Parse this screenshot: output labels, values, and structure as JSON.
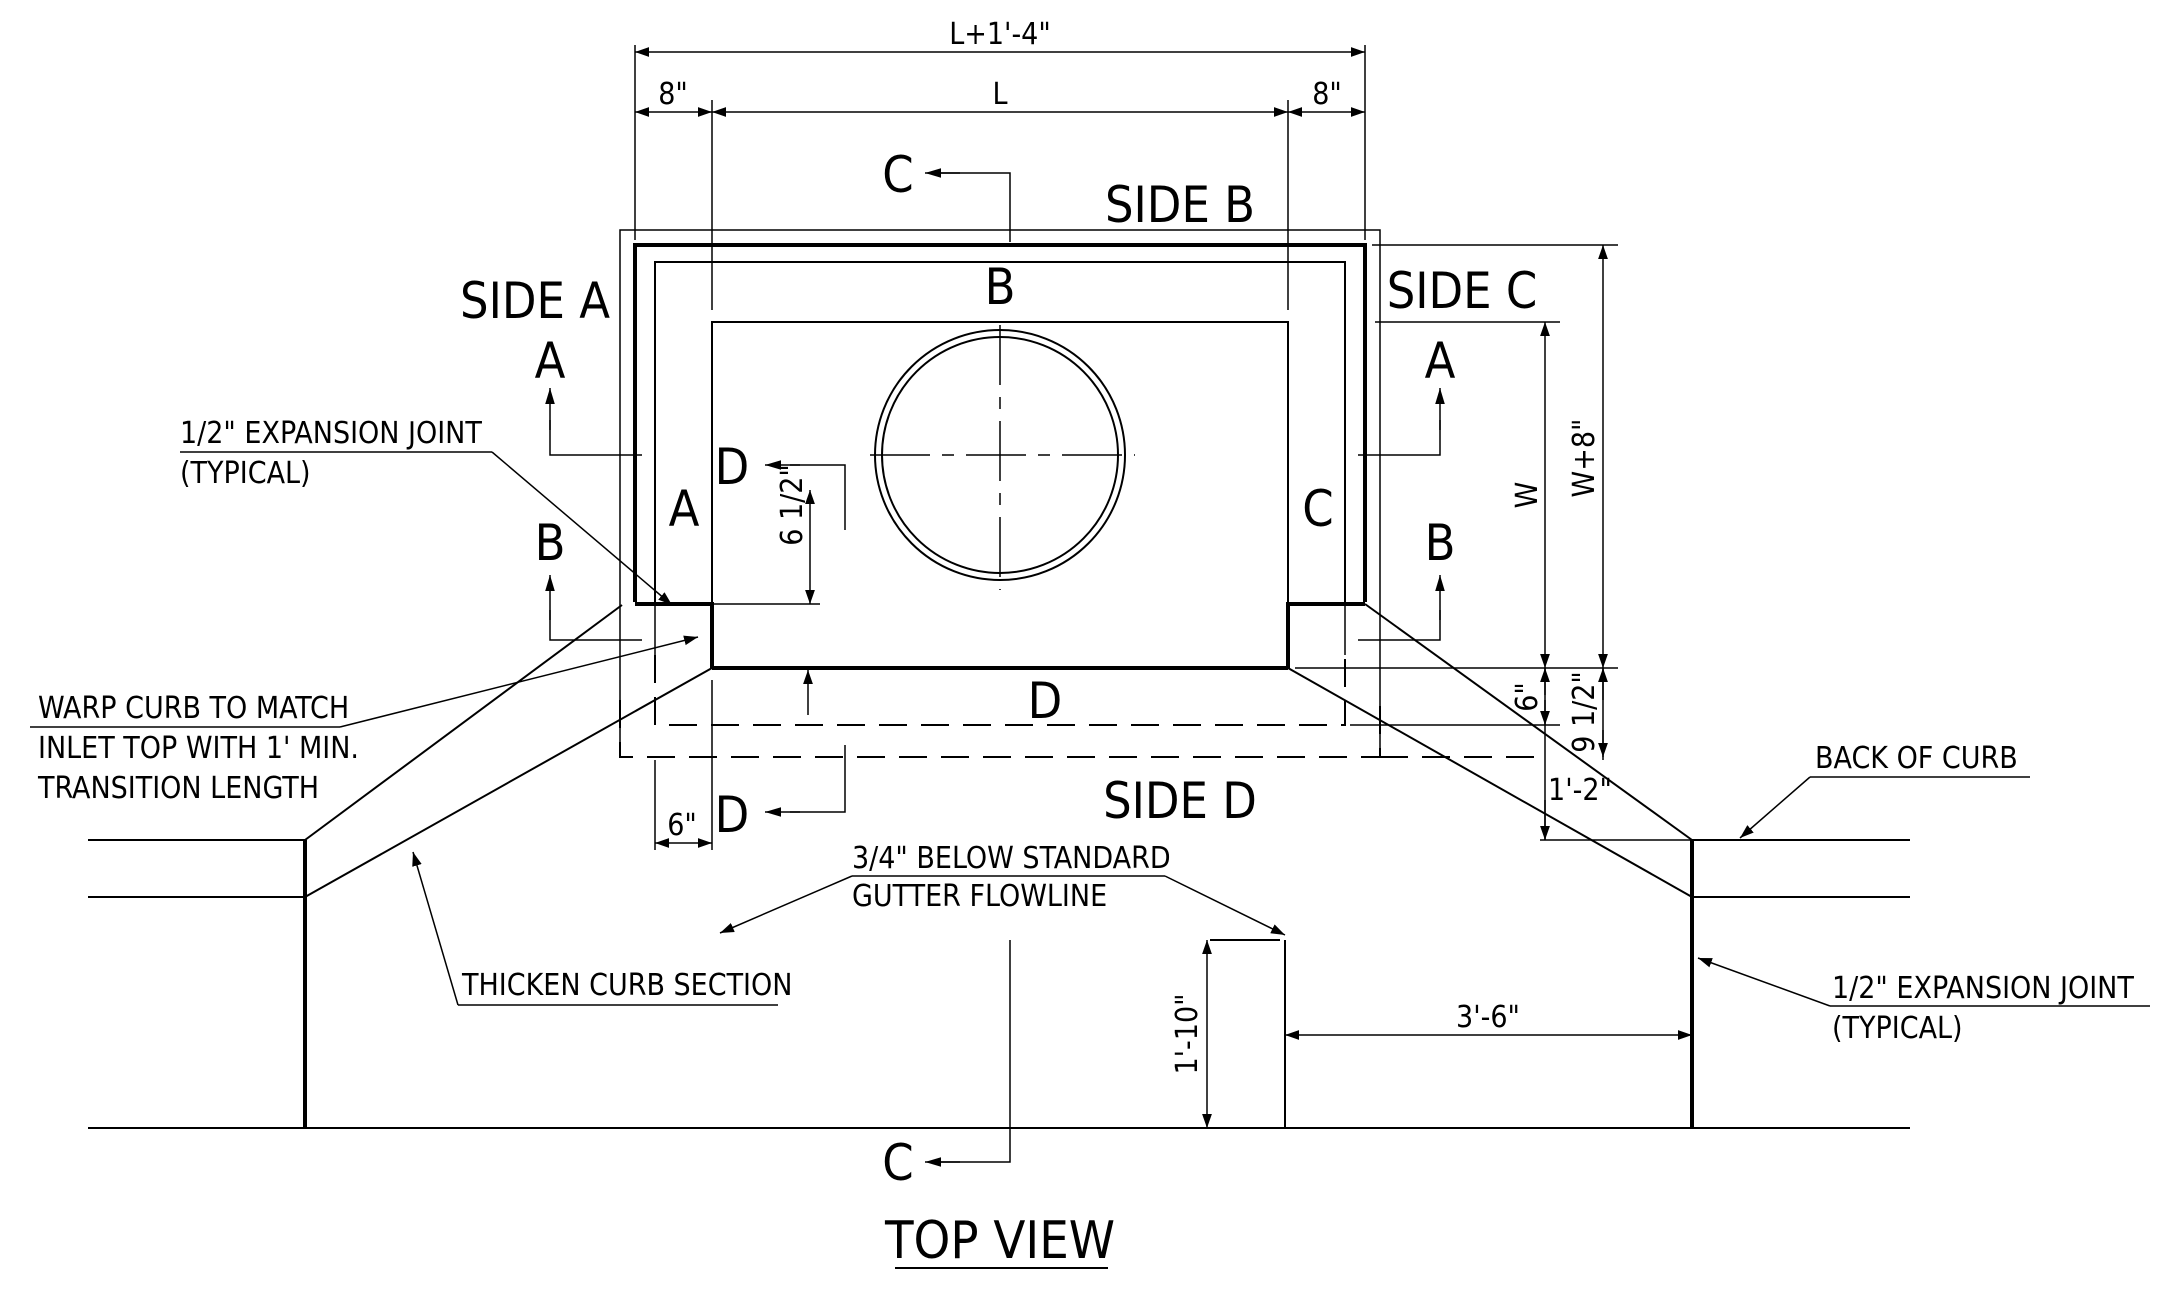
{
  "view_title": "TOP VIEW",
  "sides": {
    "a": "SIDE A",
    "b": "SIDE B",
    "c": "SIDE C",
    "d": "SIDE D"
  },
  "wall_labels": {
    "a": "A",
    "b": "B",
    "c": "C",
    "d": "D"
  },
  "section_markers": {
    "a": "A",
    "b": "B",
    "c": "C",
    "d": "D"
  },
  "dimensions": {
    "overall_length": "L+1'-4\"",
    "left_wall": "8\"",
    "right_wall": "8\"",
    "inner_length": "L",
    "width": "W",
    "overall_width": "W+8\"",
    "front_6": "6\"",
    "front_9_half": "9 1/2\"",
    "front_1_2": "1'-2\"",
    "opening_6_half": "6 1/2\"",
    "d_wall": "6\"",
    "depression": "1'-10\"",
    "transition": "3'-6\""
  },
  "notes": {
    "expansion_left_line1": "1/2\" EXPANSION JOINT",
    "expansion_left_line2": "(TYPICAL)",
    "warp_line1": "WARP CURB TO MATCH",
    "warp_line2": "INLET TOP WITH 1' MIN.",
    "warp_line3": "TRANSITION LENGTH",
    "back_of_curb": "BACK OF CURB",
    "gutter_line1": "3/4\" BELOW STANDARD",
    "gutter_line2": "GUTTER FLOWLINE",
    "thicken": "THICKEN CURB SECTION",
    "expansion_right_line1": "1/2\" EXPANSION JOINT",
    "expansion_right_line2": "(TYPICAL)"
  }
}
